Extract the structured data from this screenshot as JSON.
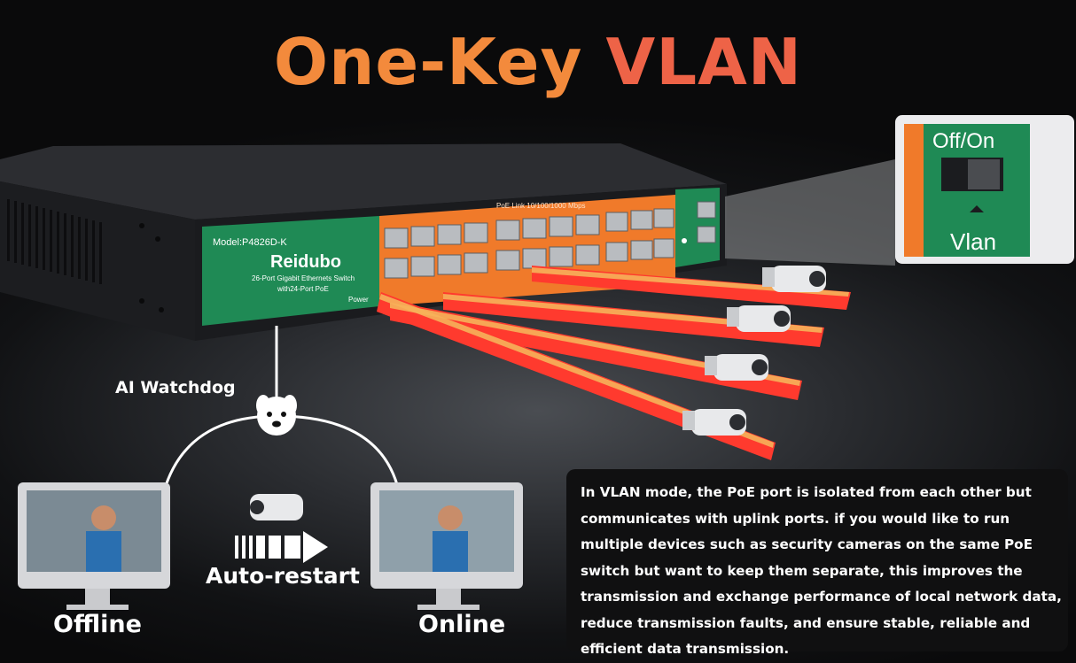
{
  "headline": {
    "word1": "One-Key",
    "word2": "VLAN"
  },
  "switch": {
    "model": "Model:P4826D-K",
    "brand": "Reidubo",
    "desc_line1": "26-Port Gigabit Ethernets Switch",
    "desc_line2": "with24-Port PoE",
    "power_label": "Power",
    "port_strip_label": "PoE Link 10/100/1000 Mbps"
  },
  "zoom": {
    "switch_label": "Off/On",
    "mode_label": "Vlan"
  },
  "labels": {
    "watchdog": "AI Watchdog",
    "auto_restart": "Auto-restart",
    "offline": "Offline",
    "online": "Online"
  },
  "info_text": "In VLAN mode, the PoE port is isolated from each other but communicates with uplink ports. if you would like to run multiple devices such as security cameras on the same PoE switch but want to keep them separate, this improves the transmission and exchange performance of local network data, reduce transmission faults, and ensure stable, reliable and efficient data transmission.",
  "colors": {
    "orange": "#f38a3c",
    "red": "#ee6347",
    "green": "#1f8a55",
    "stripe": "#f07a2a"
  }
}
